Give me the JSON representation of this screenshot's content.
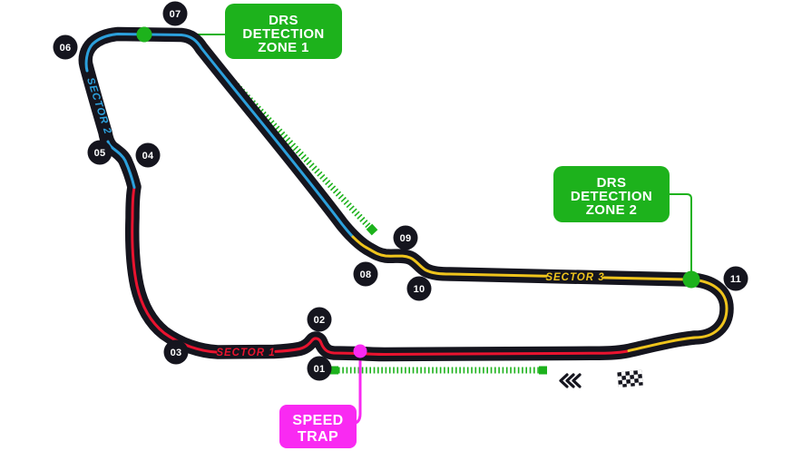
{
  "colors": {
    "track": "#15151e",
    "sector1": "#e9132f",
    "sector2": "#2ca0dc",
    "sector3": "#efc41c",
    "drs_green": "#1db21c",
    "speed_magenta": "#f92af2",
    "label_white": "#ffffff"
  },
  "sectors": [
    {
      "label": "SECTOR 1"
    },
    {
      "label": "SECTOR 2"
    },
    {
      "label": "SECTOR 3"
    }
  ],
  "turns": [
    {
      "label": "01"
    },
    {
      "label": "02"
    },
    {
      "label": "03"
    },
    {
      "label": "04"
    },
    {
      "label": "05"
    },
    {
      "label": "06"
    },
    {
      "label": "07"
    },
    {
      "label": "08"
    },
    {
      "label": "09"
    },
    {
      "label": "10"
    },
    {
      "label": "11"
    }
  ],
  "callouts": {
    "drs1": {
      "lines": [
        "DRS",
        "DETECTION",
        "ZONE 1"
      ]
    },
    "drs2": {
      "lines": [
        "DRS",
        "DETECTION",
        "ZONE 2"
      ]
    },
    "speed_trap": {
      "lines": [
        "SPEED",
        "TRAP"
      ]
    }
  },
  "icons": {
    "direction_chevrons": "triple-left-chevron",
    "finish_flag": "checkered-flag",
    "drs_detection_point": "green-dot",
    "speed_trap_point": "magenta-dot"
  }
}
